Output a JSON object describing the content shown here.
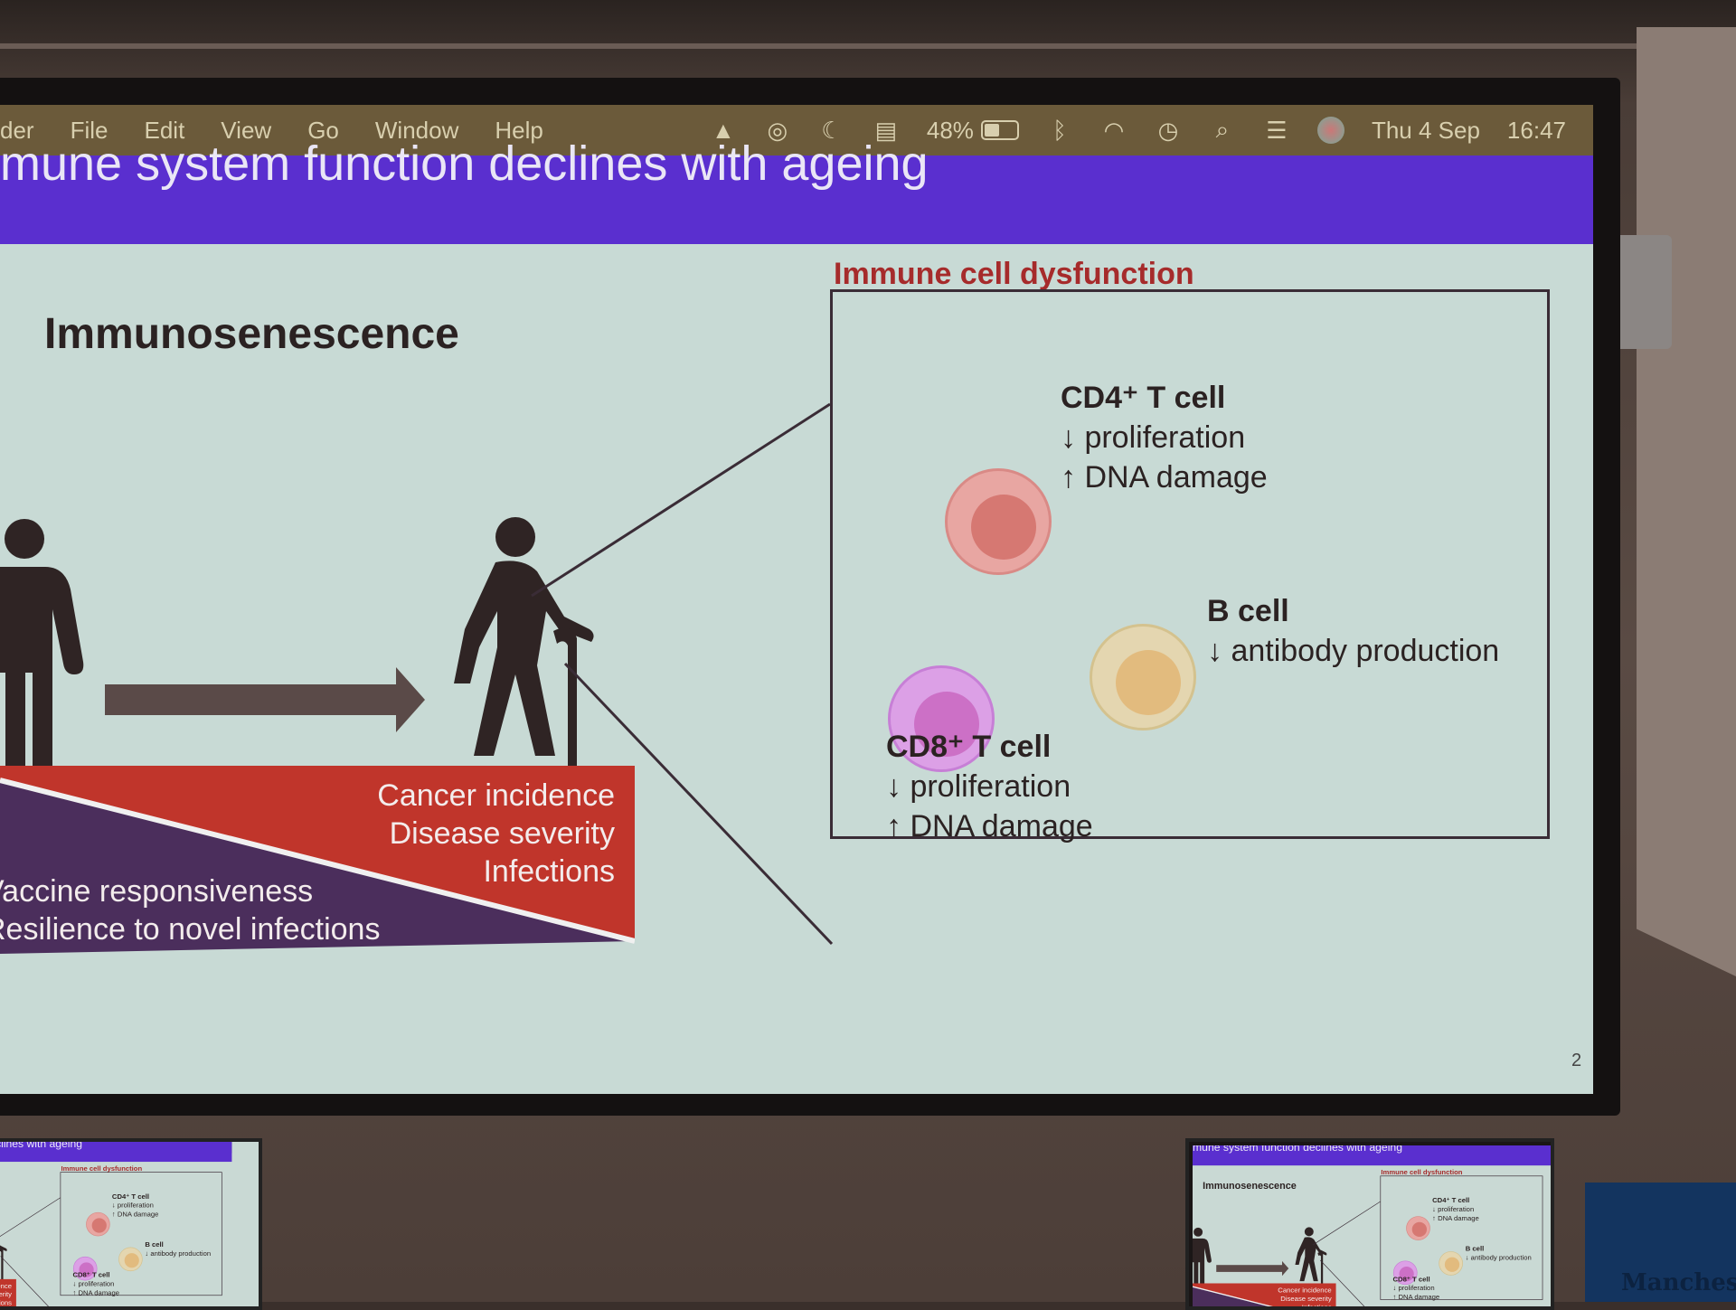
{
  "menubar": {
    "app": "der",
    "items": [
      "File",
      "Edit",
      "View",
      "Go",
      "Window",
      "Help"
    ],
    "battery": "48%",
    "date": "Thu 4 Sep",
    "time": "16:47",
    "icons": [
      "drive-icon",
      "sync-icon",
      "moon-icon",
      "screen-icon",
      "battery-icon",
      "bluetooth-icon",
      "wifi-icon",
      "time-machine-icon",
      "search-icon",
      "control-center-icon",
      "siri-icon"
    ]
  },
  "slide": {
    "title": "Immune system function declines with ageing",
    "heading": "Immunosenescence",
    "increases": [
      "Cancer incidence",
      "Disease severity",
      "Infections"
    ],
    "decreases": [
      "Vaccine responsiveness",
      "Resilience to novel infections"
    ],
    "dysfunction_label": "Immune cell dysfunction",
    "cells": {
      "cd4": {
        "name": "CD4⁺ T cell",
        "lines": [
          "↓ proliferation",
          "↑ DNA damage"
        ]
      },
      "b": {
        "name": "B cell",
        "lines": [
          "↓ antibody production"
        ]
      },
      "cd8": {
        "name": "CD8⁺ T cell",
        "lines": [
          "↓ proliferation",
          "↑ DNA damage"
        ]
      }
    },
    "page_number": "2"
  },
  "room": {
    "banner_text": "Manchester"
  },
  "colors": {
    "title_band": "#5a2fcf",
    "red": "#c0352b",
    "purple": "#4b2e5c",
    "menubar": "#6b5a3a"
  }
}
